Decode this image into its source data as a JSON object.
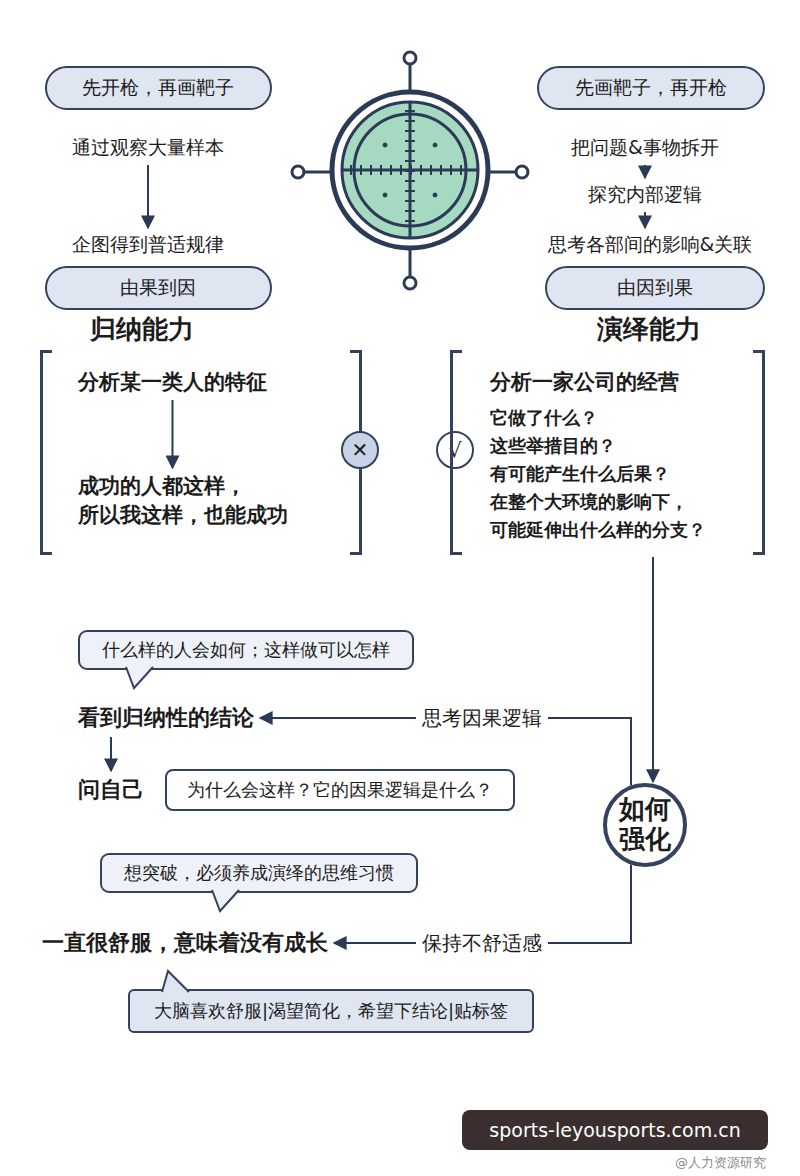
{
  "diagram": {
    "nodes": [
      {
        "text": [
          "先开枪，再画靶子"
        ]
      },
      {
        "text": [
          "通过观察大量样本"
        ]
      },
      {
        "text": [
          "企图得到普适规律"
        ]
      },
      {
        "text": [
          "由果到因"
        ]
      },
      {
        "text": [
          "归纳能力"
        ]
      },
      {
        "text": [
          "分析某一类人的特征"
        ],
        "in": 4
      },
      {
        "text": [
          "成功的人都这样， 所以我这样，也能成功"
        ],
        "in": 4
      },
      {
        "text": [
          "✕"
        ]
      },
      {
        "text": [
          "先画靶子，再开枪"
        ]
      },
      {
        "text": [
          "把问题&事物拆开"
        ]
      },
      {
        "text": [
          "探究内部逻辑"
        ]
      },
      {
        "text": [
          "思考各部间的影响&关联"
        ]
      },
      {
        "text": [
          "由因到果"
        ]
      },
      {
        "text": [
          "√"
        ]
      },
      {
        "text": [
          "演绎能力"
        ]
      },
      {
        "text": [
          "分析一家公司的经营"
        ],
        "in": 14
      },
      {
        "text": [
          "它做了什么？ 这些举措目的？ 有可能产生什么后果？ 在整个大环境的影响下， 可能延伸出什么样的分支？"
        ],
        "in": 14
      },
      {
        "text": [
          "什么样的人会如何；这样做可以怎样"
        ]
      },
      {
        "text": [
          "看到归纳性的结论"
        ]
      },
      {
        "text": [
          "思考因果逻辑"
        ]
      },
      {
        "text": [
          "问自己"
        ]
      },
      {
        "text": [
          "为什么会这样？它的因果逻辑是什么？"
        ]
      },
      {
        "text": [
          "如何 强化"
        ]
      },
      {
        "text": [
          "想突破，必须养成演绎的思维习惯"
        ]
      },
      {
        "text": [
          "一直很舒服，意味着没有成长"
        ]
      },
      {
        "text": [
          "保持不舒适感"
        ]
      },
      {
        "text": [
          "大脑喜欢舒服|渴望简化，希望下结论|贴标签"
        ]
      }
    ],
    "edges": [
      {
        "from": 1,
        "to": 2,
        "arrow": "to"
      },
      {
        "from": 5,
        "to": 6,
        "arrow": "to"
      },
      {
        "from": 9,
        "to": 10,
        "arrow": "to"
      },
      {
        "from": 10,
        "to": 11,
        "arrow": "to"
      },
      {
        "from": 14,
        "to": 22,
        "arrow": "to"
      },
      {
        "from": 22,
        "to": 19,
        "arrow": "none"
      },
      {
        "from": 19,
        "to": 18,
        "arrow": "to"
      },
      {
        "from": 18,
        "to": 20,
        "arrow": "to"
      },
      {
        "from": 22,
        "to": 25,
        "arrow": "none"
      },
      {
        "from": 25,
        "to": 24,
        "arrow": "to"
      }
    ],
    "labels": [
      "sports-leyousports.com.cn",
      "@人力资源研究"
    ]
  }
}
